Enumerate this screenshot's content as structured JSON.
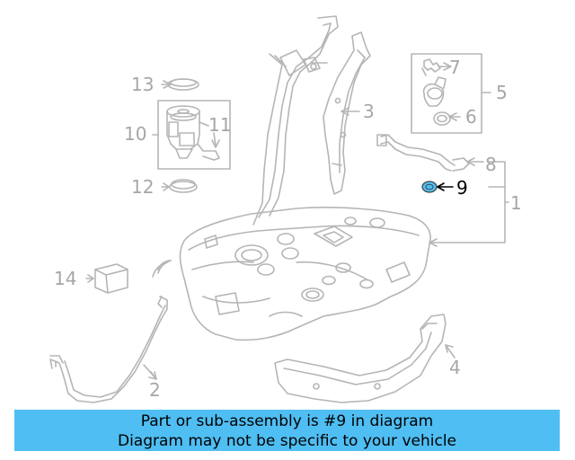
{
  "diagram": {
    "callouts": {
      "c1": "1",
      "c2": "2",
      "c3": "3",
      "c4": "4",
      "c5": "5",
      "c6": "6",
      "c7": "7",
      "c8": "8",
      "c9": "9",
      "c10": "10",
      "c11": "11",
      "c12": "12",
      "c13": "13",
      "c14": "14"
    },
    "highlighted_part": "9",
    "colors": {
      "line": "#b5b5b5",
      "label": "#a6a6a6",
      "highlight_label": "#000000",
      "highlight_fill": "#4fbef3",
      "banner": "#4fbef3"
    }
  },
  "banner": {
    "line1": "Part or sub-assembly is #9 in diagram",
    "line2": "Diagram may not be specific to your vehicle"
  }
}
